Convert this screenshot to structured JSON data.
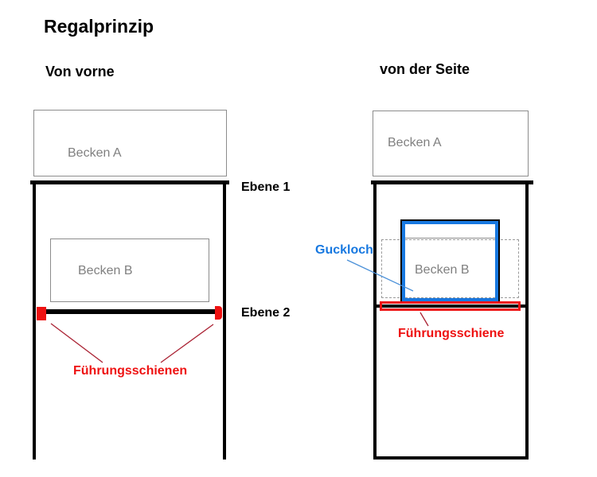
{
  "title": "Regalprinzip",
  "front_view": {
    "heading": "Von vorne",
    "becken_a_label": "Becken A",
    "becken_b_label": "Becken B",
    "ebene1_label": "Ebene 1",
    "ebene2_label": "Ebene 2",
    "fuehrungsschienen_label": "Führungsschienen"
  },
  "side_view": {
    "heading": "von der Seite",
    "becken_a_label": "Becken A",
    "becken_b_label": "Becken B",
    "guckloch_label": "Guckloch",
    "fuehrungsschiene_label": "Führungsschiene"
  },
  "colors": {
    "red": "#ee1111",
    "dark_red": "#aa2233",
    "blue": "#1778e0",
    "light_blue": "#4a90d8",
    "border_gray": "#8c8c8c",
    "text_gray": "#808080",
    "black": "#000000"
  }
}
